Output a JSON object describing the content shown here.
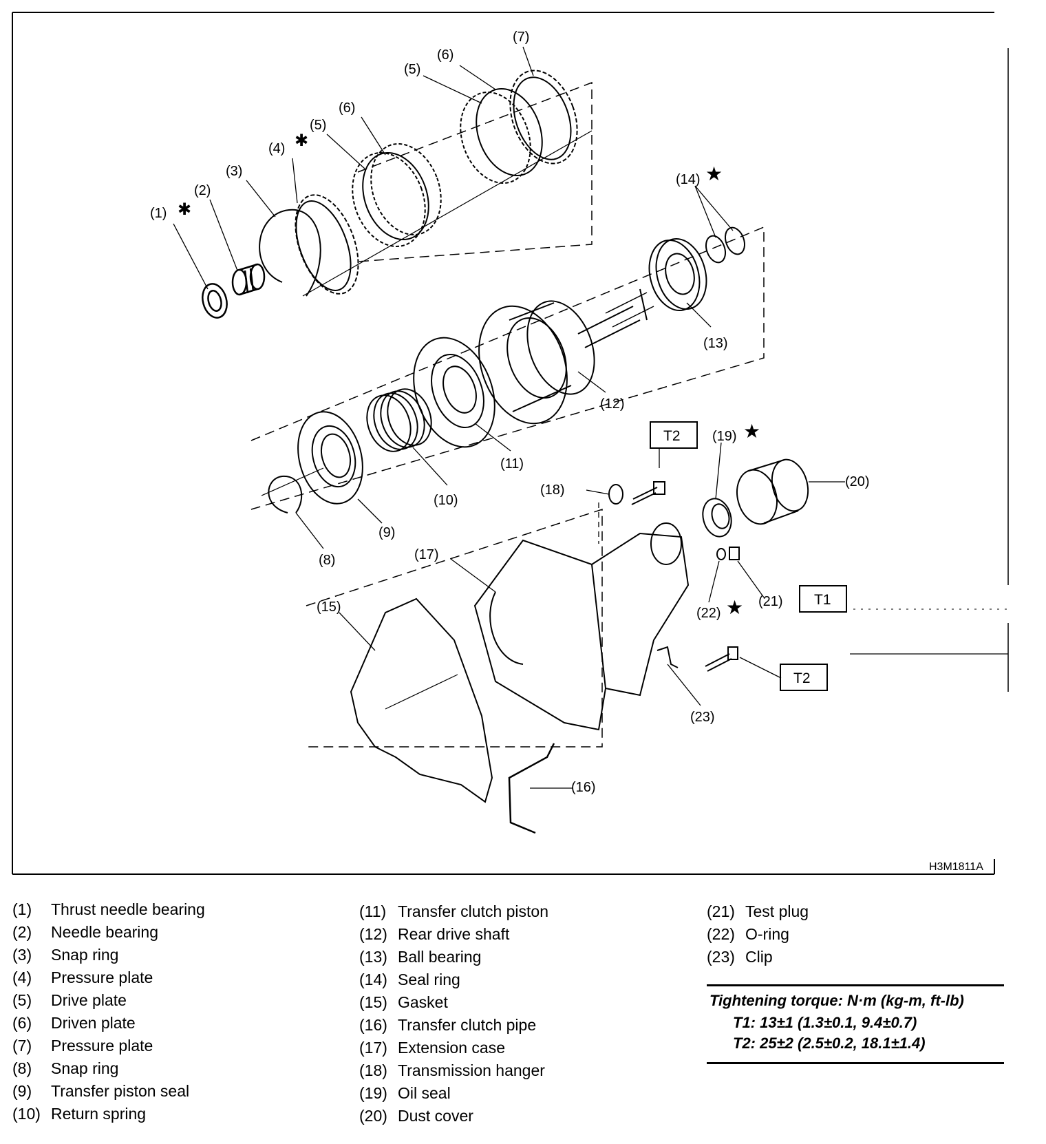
{
  "figure": {
    "code": "H3M1811A",
    "callouts": [
      "(1)",
      "(2)",
      "(3)",
      "(4)",
      "(5)",
      "(6)",
      "(5)",
      "(6)",
      "(7)",
      "(8)",
      "(9)",
      "(10)",
      "(11)",
      "(12)",
      "(13)",
      "(14)",
      "(15)",
      "(16)",
      "(17)",
      "(18)",
      "(19)",
      "(20)",
      "(21)",
      "(22)",
      "(23)"
    ],
    "torque_boxes": [
      "T2",
      "T1",
      "T2"
    ]
  },
  "legend": {
    "col1": [
      {
        "num": "(1)",
        "label": "Thrust needle bearing"
      },
      {
        "num": "(2)",
        "label": "Needle bearing"
      },
      {
        "num": "(3)",
        "label": "Snap ring"
      },
      {
        "num": "(4)",
        "label": "Pressure plate"
      },
      {
        "num": "(5)",
        "label": "Drive plate"
      },
      {
        "num": "(6)",
        "label": "Driven plate"
      },
      {
        "num": "(7)",
        "label": "Pressure plate"
      },
      {
        "num": "(8)",
        "label": "Snap ring"
      },
      {
        "num": "(9)",
        "label": "Transfer piston seal"
      },
      {
        "num": "(10)",
        "label": "Return spring"
      }
    ],
    "col2": [
      {
        "num": "(11)",
        "label": "Transfer clutch piston"
      },
      {
        "num": "(12)",
        "label": "Rear drive shaft"
      },
      {
        "num": "(13)",
        "label": "Ball bearing"
      },
      {
        "num": "(14)",
        "label": "Seal ring"
      },
      {
        "num": "(15)",
        "label": "Gasket"
      },
      {
        "num": "(16)",
        "label": "Transfer clutch pipe"
      },
      {
        "num": "(17)",
        "label": "Extension case"
      },
      {
        "num": "(18)",
        "label": "Transmission hanger"
      },
      {
        "num": "(19)",
        "label": "Oil seal"
      },
      {
        "num": "(20)",
        "label": "Dust cover"
      }
    ],
    "col3": [
      {
        "num": "(21)",
        "label": "Test plug"
      },
      {
        "num": "(22)",
        "label": "O-ring"
      },
      {
        "num": "(23)",
        "label": "Clip"
      }
    ]
  },
  "torque": {
    "title": "Tightening torque: N·m (kg-m, ft-lb)",
    "t1": "T1: 13±1 (1.3±0.1, 9.4±0.7)",
    "t2": "T2: 25±2 (2.5±0.2, 18.1±1.4)"
  }
}
